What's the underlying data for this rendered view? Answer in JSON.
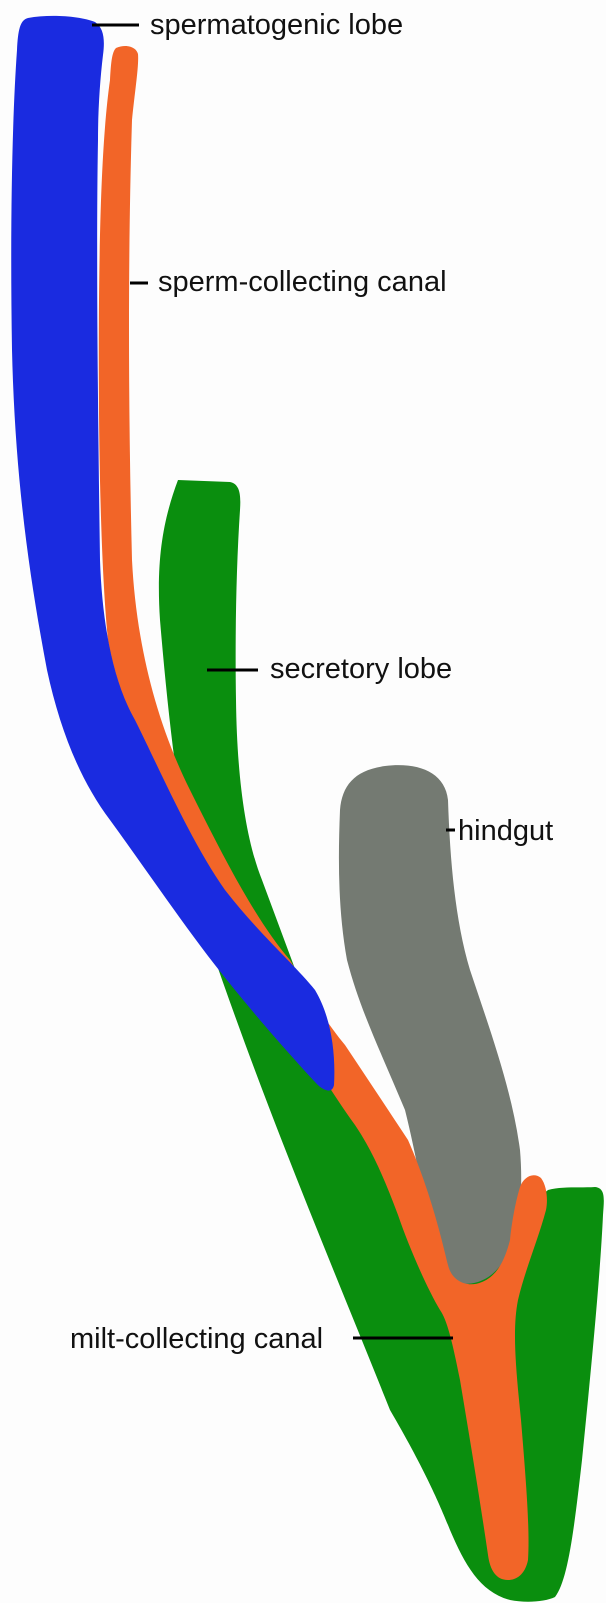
{
  "labels": {
    "spermatogenic_lobe": "spermatogenic lobe",
    "sperm_collecting_canal": "sperm-collecting canal",
    "secretory_lobe": "secretory lobe",
    "hindgut": "hindgut",
    "milt_collecting_canal": "milt-collecting canal"
  },
  "colors": {
    "spermatogenic_lobe": "#1a2be0",
    "sperm_collecting_canal": "#f26528",
    "secretory_lobe": "#0a8e0e",
    "hindgut": "#747a72",
    "background": "#fdfdfd"
  }
}
